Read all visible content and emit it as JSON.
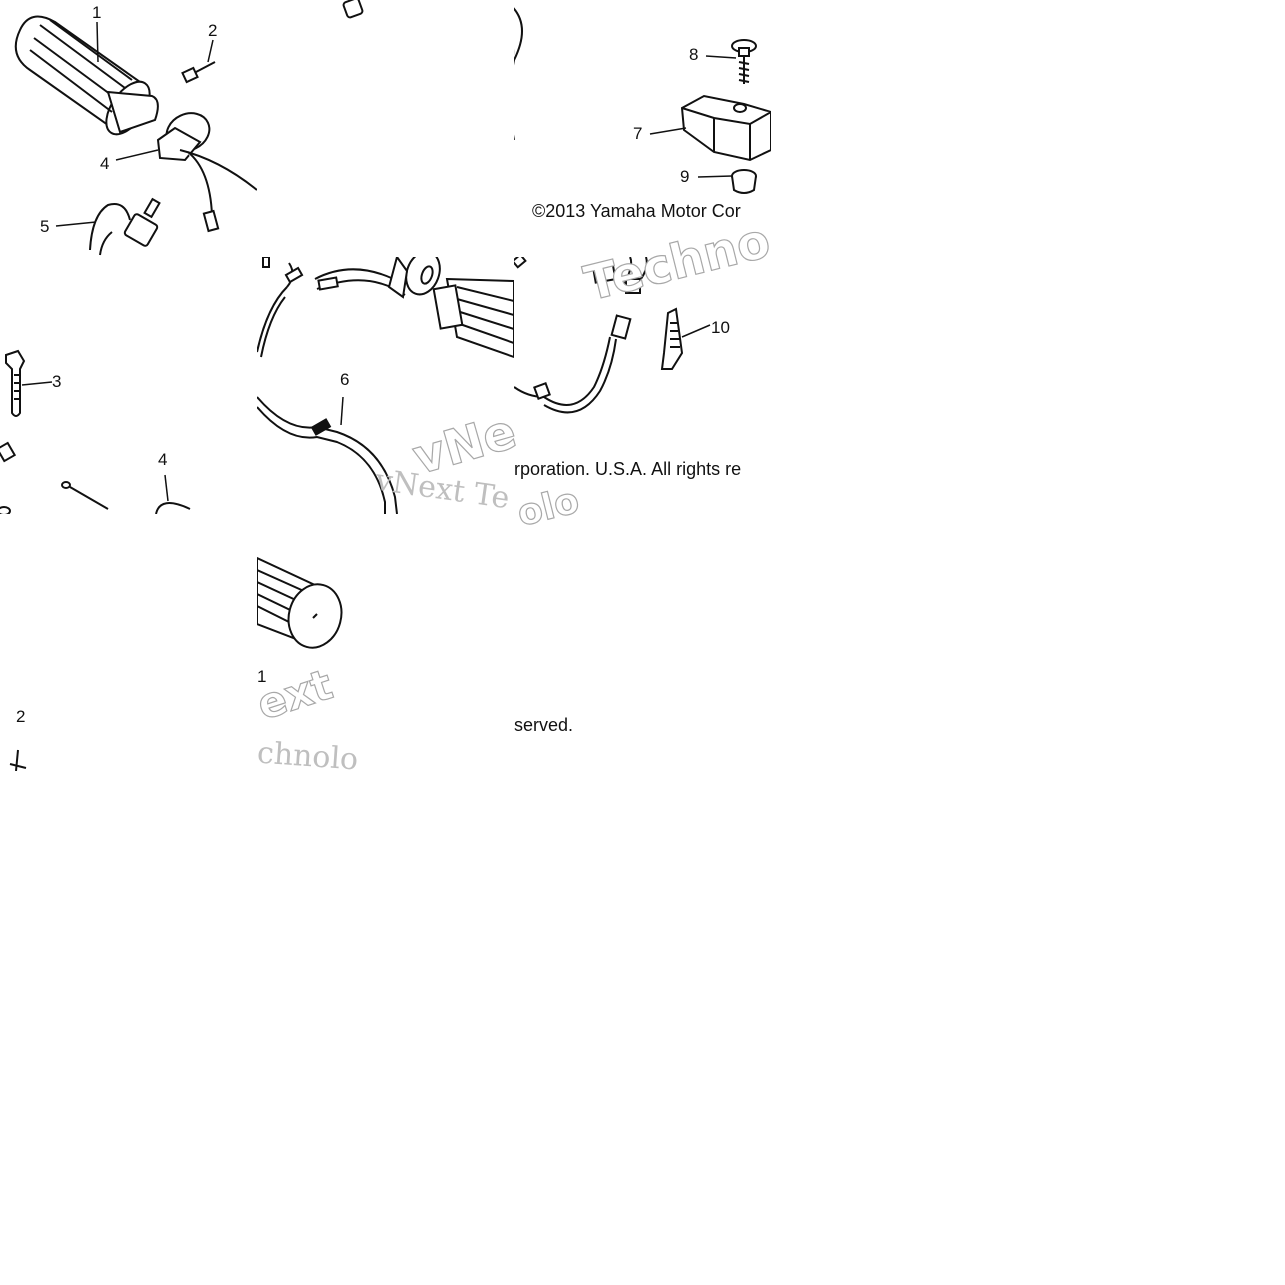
{
  "callouts": {
    "c1": "1",
    "c2": "2",
    "c3": "3",
    "c4a": "4",
    "c4b": "4",
    "c5": "5",
    "c6": "6",
    "c7": "7",
    "c8": "8",
    "c9": "9",
    "c10": "10",
    "c1b": "1",
    "c2b": "2"
  },
  "copyright": {
    "line1": "©2013 Yamaha Motor Cor",
    "line2": "rporation. U.S.A. All rights re",
    "line3": "served."
  },
  "watermarks": {
    "w1": "Techno",
    "w2": "vNe",
    "w3": "vNext Te",
    "w4": "olo",
    "w5": "ext",
    "w6": "chnolo"
  }
}
